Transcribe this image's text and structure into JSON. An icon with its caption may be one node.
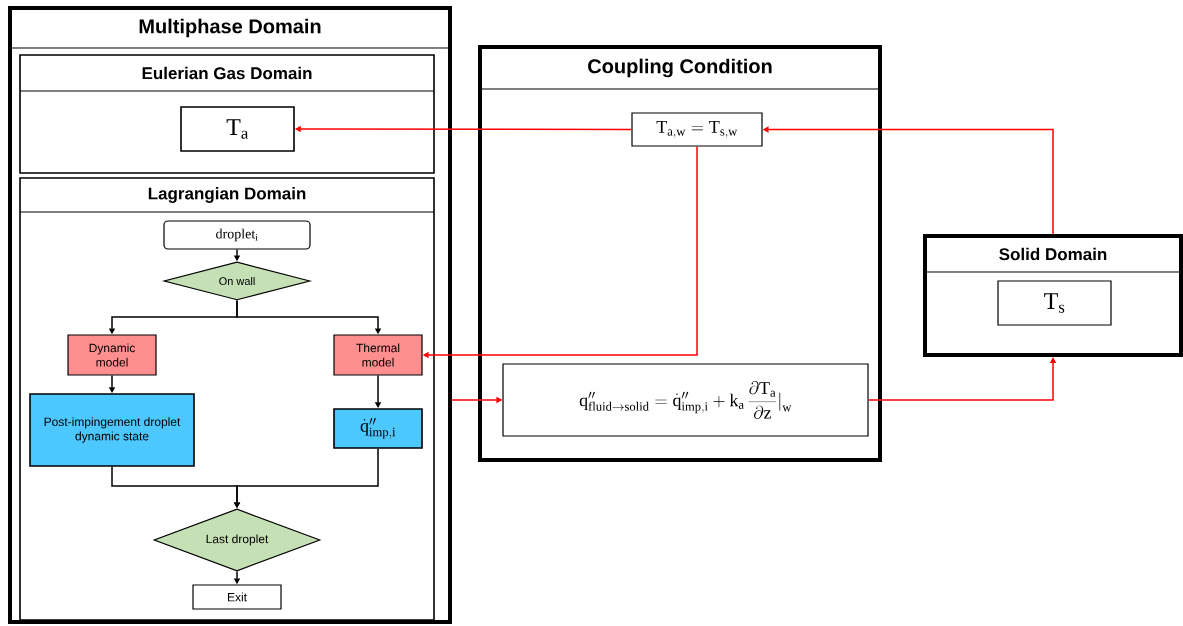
{
  "diagram": {
    "nodes": [
      {
        "text": [
          "Multiphase Domain"
        ]
      },
      {
        "text": [
          "Eulerian Gas Domain"
        ],
        "in": 0
      },
      {
        "text": [
          "\\mathrm{T_a}"
        ],
        "in": 1
      },
      {
        "text": [
          "Lagrangian Domain"
        ],
        "in": 0
      },
      {
        "text": [
          "\\mathrm{droplet_i}"
        ],
        "in": 3
      },
      {
        "text": [
          "On wall"
        ],
        "in": 3
      },
      {
        "text": [
          "Dynamic model"
        ],
        "in": 3
      },
      {
        "text": [
          "Thermal model"
        ],
        "in": 3
      },
      {
        "text": [
          "Post-impingement droplet dynamic state"
        ],
        "in": 3
      },
      {
        "text": [
          "\\dot{\\mathrm{q}}''_{\\mathrm{imp,i}}"
        ],
        "in": 3
      },
      {
        "text": [
          "Last droplet"
        ],
        "in": 3
      },
      {
        "text": [
          "Exit"
        ],
        "in": 3
      },
      {
        "text": [
          "Coupling Condition"
        ]
      },
      {
        "text": [
          "\\mathrm{T_{a,w}} = \\mathrm{T_{s,w}}"
        ],
        "in": 12
      },
      {
        "text": [
          "\\mathrm{q}''_{\\mathrm{fluid}\\rightarrow\\mathrm{solid}} = \\dot{\\mathrm{q}}''_{\\mathrm{imp,i}} + \\mathrm{k_a}\\,\\frac{\\partial \\mathrm{T_a}}{\\partial \\mathrm{z}}\\Big|_{\\mathrm{w}}"
        ],
        "in": 12
      },
      {
        "text": [
          "Solid Domain"
        ]
      },
      {
        "text": [
          "\\mathrm{T_s}"
        ],
        "in": 15
      }
    ],
    "edges": [
      {
        "from": 4,
        "to": 5,
        "arrow": "to"
      },
      {
        "from": 5,
        "to": 6,
        "arrow": "to"
      },
      {
        "from": 5,
        "to": 7,
        "arrow": "to"
      },
      {
        "from": 6,
        "to": 8,
        "arrow": "to"
      },
      {
        "from": 7,
        "to": 9,
        "arrow": "to"
      },
      {
        "from": 8,
        "to": 10,
        "arrow": "to"
      },
      {
        "from": 9,
        "to": 10,
        "arrow": "to"
      },
      {
        "from": 10,
        "to": 11,
        "arrow": "to"
      },
      {
        "from": 13,
        "to": 2,
        "arrow": "to",
        "color": "#ff0000"
      },
      {
        "from": 15,
        "to": 13,
        "arrow": "to",
        "color": "#ff0000"
      },
      {
        "from": 13,
        "to": 7,
        "arrow": "to",
        "color": "#ff0000"
      },
      {
        "from": 0,
        "to": 14,
        "arrow": "to",
        "color": "#ff0000"
      },
      {
        "from": 14,
        "to": 15,
        "arrow": "to",
        "color": "#ff0000"
      }
    ]
  }
}
